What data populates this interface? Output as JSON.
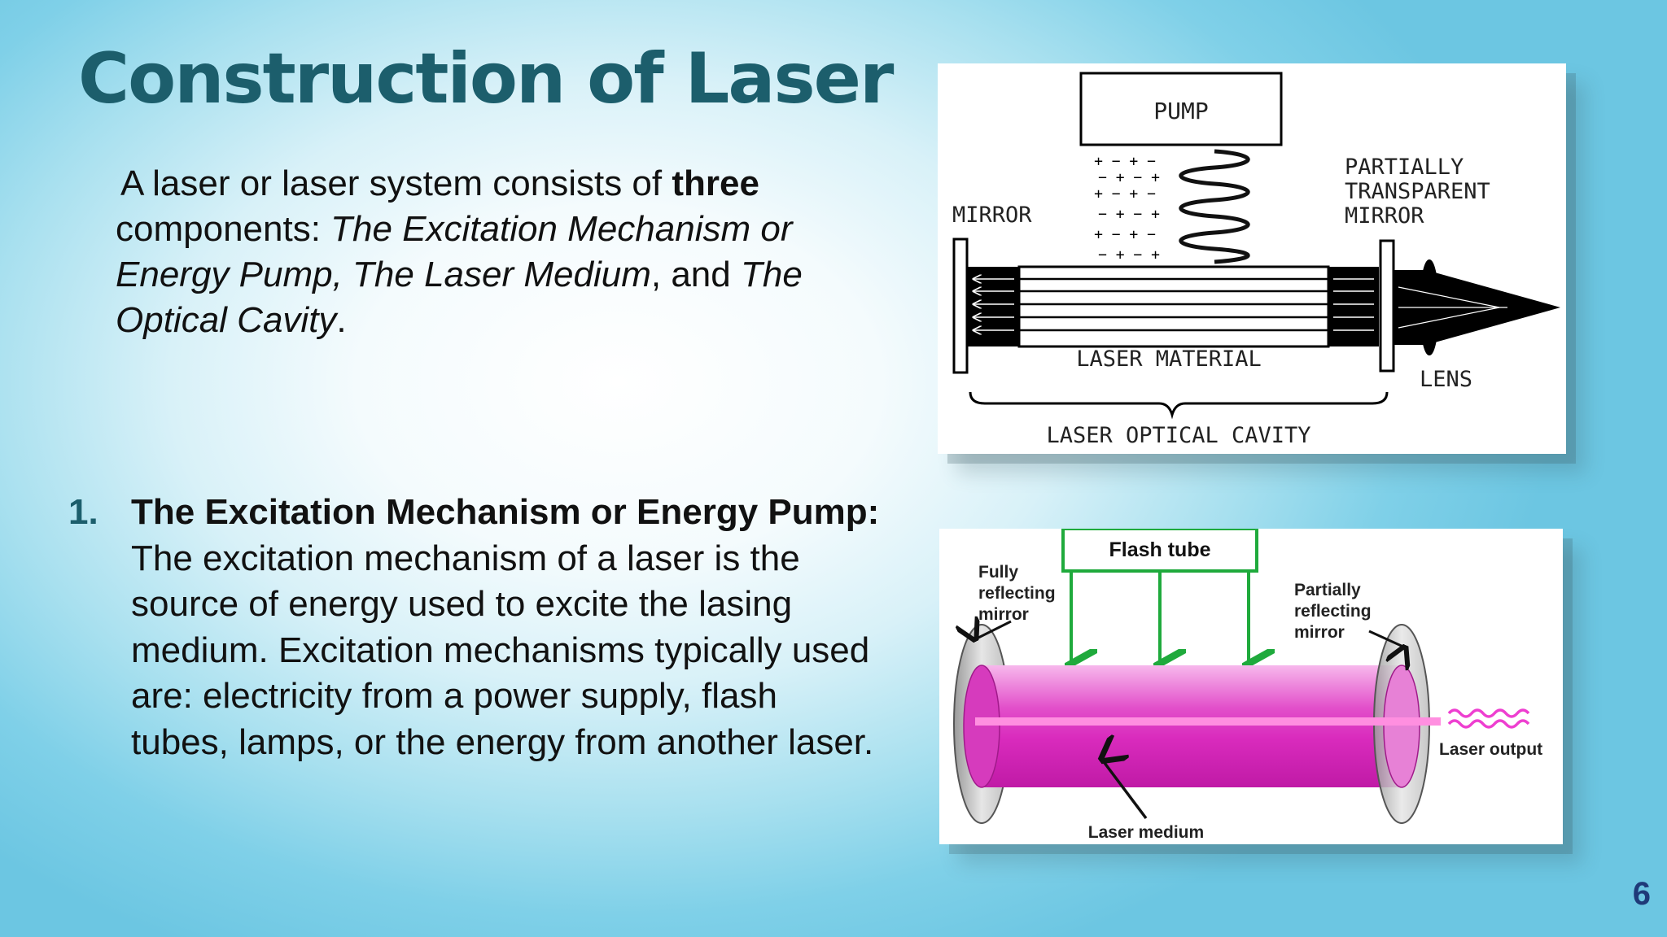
{
  "slide": {
    "title": "Construction of Laser",
    "page_number": "6"
  },
  "intro": {
    "part1": "A laser or laser system consists of ",
    "bold": "three",
    "part2": " components: ",
    "item1": "The Excitation Mechanism or Energy Pump,",
    "sep1": " ",
    "item2": "The Laser Medium",
    "sep2": ", and ",
    "item3": "The Optical Cavity",
    "end": "."
  },
  "point1": {
    "number": "1.",
    "heading": "The Excitation Mechanism or Energy Pump:",
    "text": " The excitation mechanism of a laser is the source of energy used to excite the lasing medium.  Excitation mechanisms typically used are: electricity from a power supply, flash tubes, lamps, or the energy from another laser."
  },
  "figure1": {
    "pump": "PUMP",
    "mirror": "MIRROR",
    "partial_mirror_lines": [
      "PARTIALLY",
      "TRANSPARENT",
      "MIRROR"
    ],
    "laser_material": "LASER MATERIAL",
    "lens": "LENS",
    "cavity": "LASER OPTICAL CAVITY",
    "charge_rows": [
      "+ − + −",
      "− + − +",
      "+ − + −",
      "− + − +",
      "+ − + −",
      "− + − +"
    ]
  },
  "figure2": {
    "flash_tube": "Flash tube",
    "fully_lines": [
      "Fully",
      "reflecting",
      "mirror"
    ],
    "partial_lines": [
      "Partially",
      "reflecting",
      "mirror"
    ],
    "laser_output": "Laser output",
    "laser_medium": "Laser medium",
    "colors": {
      "flash_green": "#1faa3c",
      "medium_magenta": "#e040c8",
      "beam_pink": "#ff8fe0"
    }
  }
}
